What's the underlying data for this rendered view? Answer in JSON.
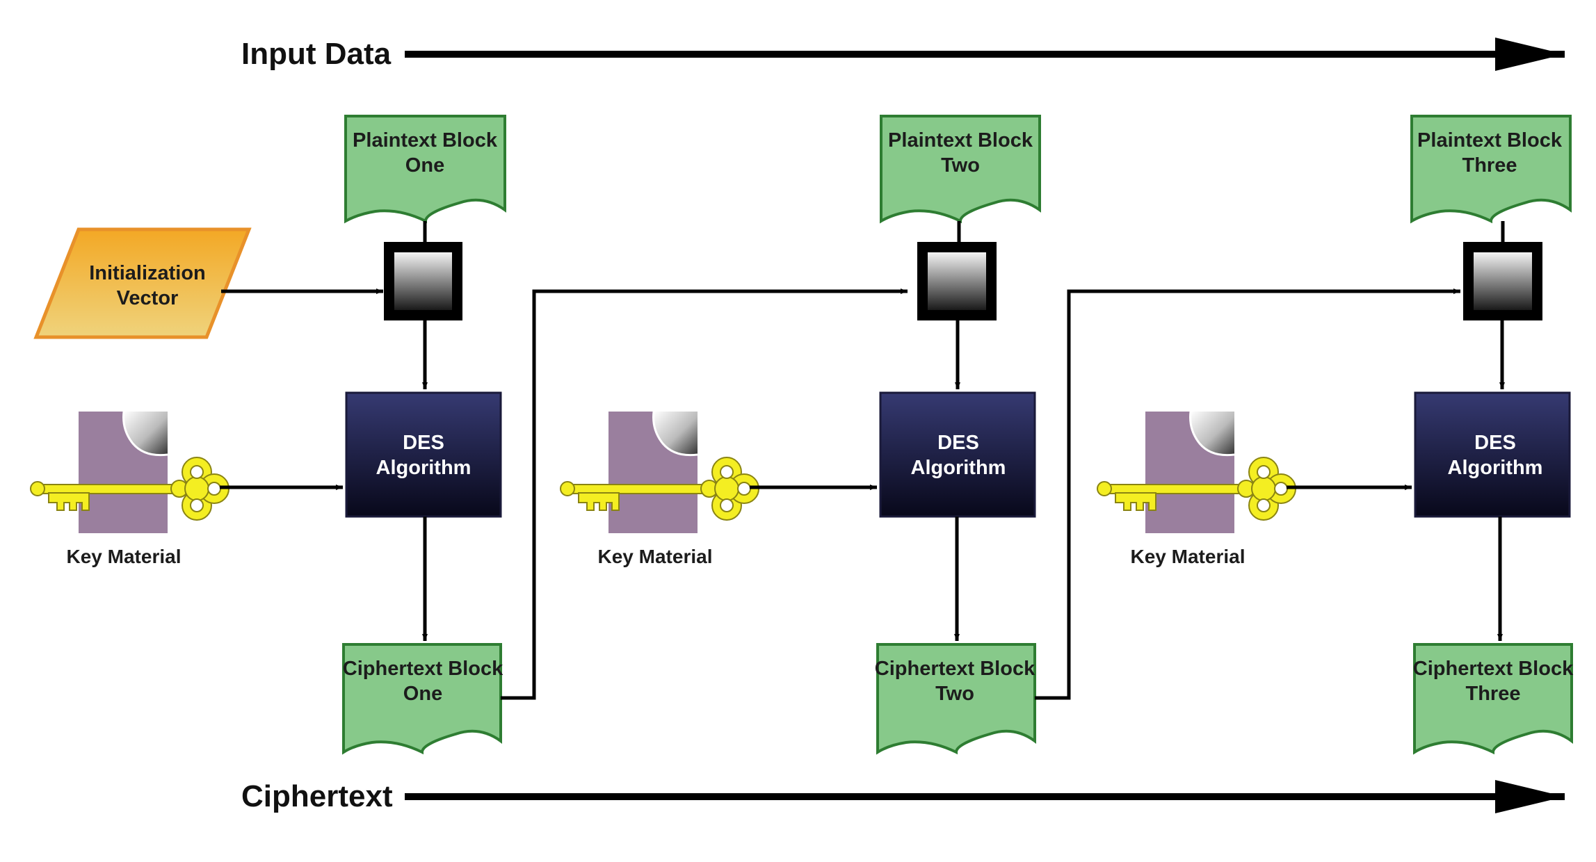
{
  "header": {
    "input_label": "Input Data",
    "output_label": "Ciphertext"
  },
  "iv": {
    "line1": "Initialization",
    "line2": "Vector"
  },
  "stages": [
    {
      "plaintext": {
        "line1": "Plaintext Block",
        "line2": "One"
      },
      "des": {
        "line1": "DES",
        "line2": "Algorithm"
      },
      "ciphertext": {
        "line1": "Ciphertext Block",
        "line2": "One"
      },
      "key_label": "Key Material"
    },
    {
      "plaintext": {
        "line1": "Plaintext Block",
        "line2": "Two"
      },
      "des": {
        "line1": "DES",
        "line2": "Algorithm"
      },
      "ciphertext": {
        "line1": "Ciphertext Block",
        "line2": "Two"
      },
      "key_label": "Key Material"
    },
    {
      "plaintext": {
        "line1": "Plaintext Block",
        "line2": "Three"
      },
      "des": {
        "line1": "DES",
        "line2": "Algorithm"
      },
      "ciphertext": {
        "line1": "Ciphertext Block",
        "line2": "Three"
      },
      "key_label": "Key Material"
    }
  ],
  "icons": {
    "xor": "xor-square-icon",
    "key": "key-icon",
    "document": "document-icon"
  },
  "colors": {
    "block_fill": "#87c98a",
    "block_stroke": "#2e7d32",
    "des_top": "#363a72",
    "des_bottom": "#08081a",
    "iv_top": "#f3a825",
    "iv_bottom": "#efd37c",
    "iv_stroke": "#e8912a",
    "key_fill": "#f4ee22",
    "doc_fill": "#9a7f9e",
    "arrow": "#000000"
  }
}
